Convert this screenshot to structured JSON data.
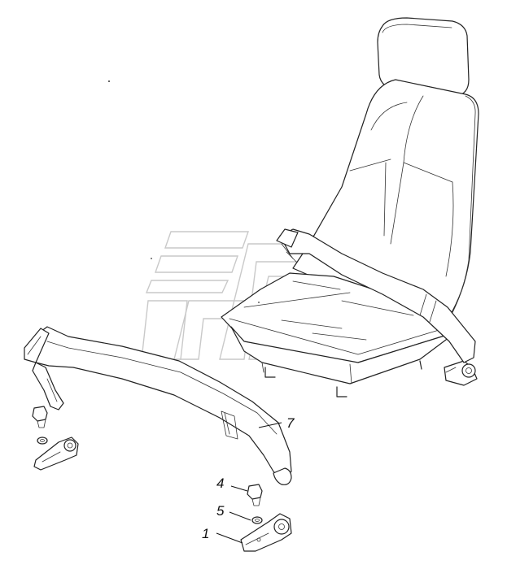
{
  "callouts": [
    {
      "id": "1",
      "label": "1"
    },
    {
      "id": "4",
      "label": "4"
    },
    {
      "id": "5",
      "label": "5"
    },
    {
      "id": "7",
      "label": "7"
    }
  ],
  "colors": {
    "line": "#222222",
    "watermark": "#c9c9c9",
    "background": "#ffffff"
  }
}
